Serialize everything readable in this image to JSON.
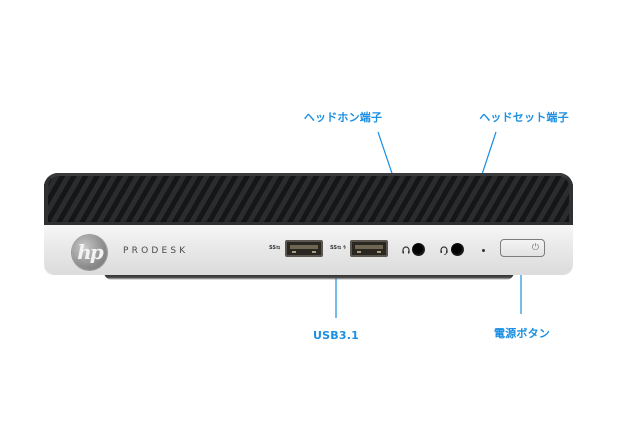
{
  "product": {
    "brand_logo": "hp",
    "model_name": "PRODESK"
  },
  "ports": {
    "usb1_marking": "SS⇆",
    "usb2_marking": "SS⇆ ϟ",
    "headphone_icon": "headphone-icon",
    "headset_icon": "headset-icon",
    "power_icon": "⏻"
  },
  "callouts": {
    "headphone": "ヘッドホン端子",
    "headset": "ヘッドセット端子",
    "usb": "USB3.1",
    "power": "電源ボタン"
  },
  "colors": {
    "callout": "#1a8fe3",
    "vent": "#2b2c2e",
    "front_panel": "#e9e9ea"
  }
}
